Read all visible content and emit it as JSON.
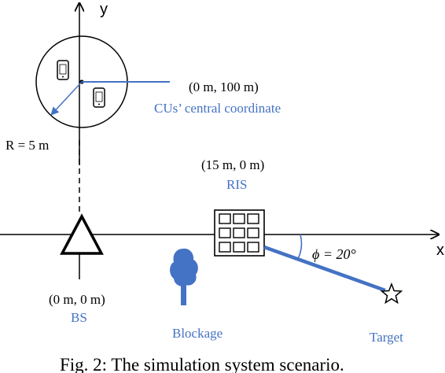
{
  "axes": {
    "x_label": "x",
    "y_label": "y"
  },
  "cu": {
    "coord": "(0 m, 100 m)",
    "central_label": "CUs’ central coordinate",
    "radius_label": "R = 5 m"
  },
  "ris": {
    "coord": "(15 m, 0 m)",
    "name": "RIS"
  },
  "bs": {
    "coord": "(0 m, 0 m)",
    "name": "BS"
  },
  "blockage": {
    "name": "Blockage"
  },
  "target": {
    "name": "Target",
    "angle_label": "ϕ = 20°"
  },
  "caption": "Fig. 2: The simulation system scenario.",
  "colors": {
    "accent": "#4472C4",
    "ink": "#000000"
  }
}
